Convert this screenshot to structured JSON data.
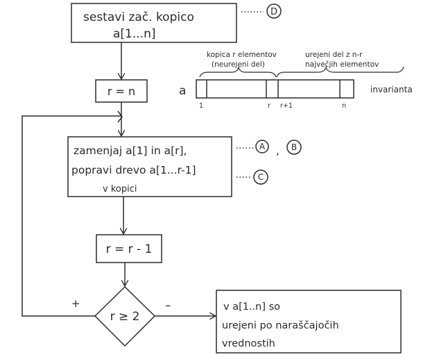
{
  "nodes": {
    "init": {
      "line1": "sestavi zač. kopico",
      "line2": "a[1...n]",
      "ref": "D"
    },
    "set_r": {
      "label": "r = n"
    },
    "swap": {
      "line1": "zamenjaj  a[1]  in  a[r],",
      "line2": "popravi drevo  a[1...r-1]",
      "line3": "v kopici",
      "refs": [
        "A",
        "B",
        "C"
      ]
    },
    "decrement": {
      "label": "r = r - 1"
    },
    "condition": {
      "label": "r ≥ 2",
      "yes_label": "+",
      "no_label": "–"
    },
    "end": {
      "line1": "v a[1..n] so",
      "line2": "urejeni po naraščajočih",
      "line3": "vrednostih"
    }
  },
  "invariant": {
    "array_name": "a",
    "heap_caption_line1": "kopica r elementov",
    "heap_caption_line2": "(neurejeni del)",
    "sorted_caption_line1": "urejeni del z n-r",
    "sorted_caption_line2": "največjih elementov",
    "index_labels": [
      "1",
      "r",
      "r+1",
      "n"
    ],
    "label": "invarianta"
  }
}
